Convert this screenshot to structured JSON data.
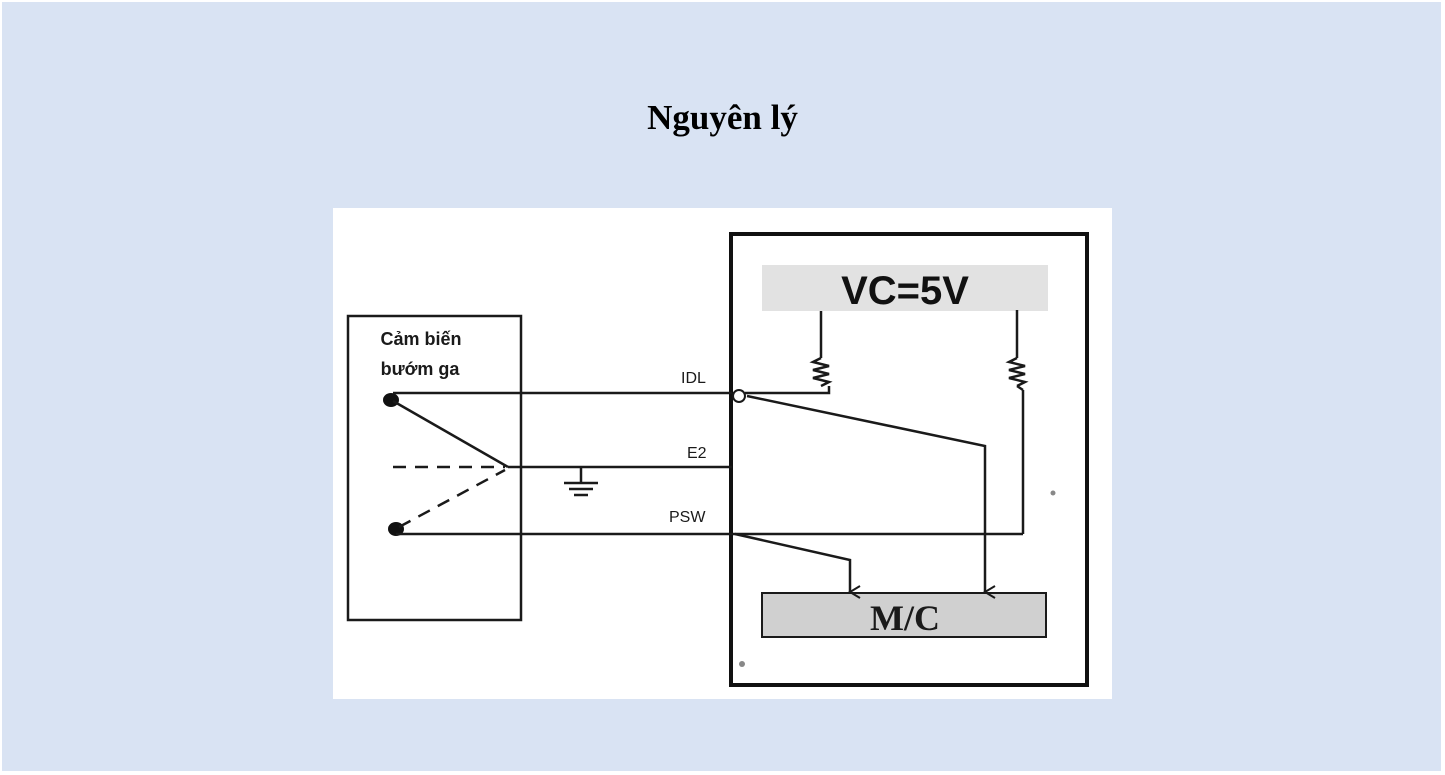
{
  "slide": {
    "title": "Nguyên lý"
  },
  "diagram": {
    "sensor_label_line1": "Cảm biến",
    "sensor_label_line2": "bướm ga",
    "signal_idl": "IDL",
    "signal_e2": "E2",
    "signal_psw": "PSW",
    "supply_label": "VC=5V",
    "controller_label": "M/C"
  }
}
